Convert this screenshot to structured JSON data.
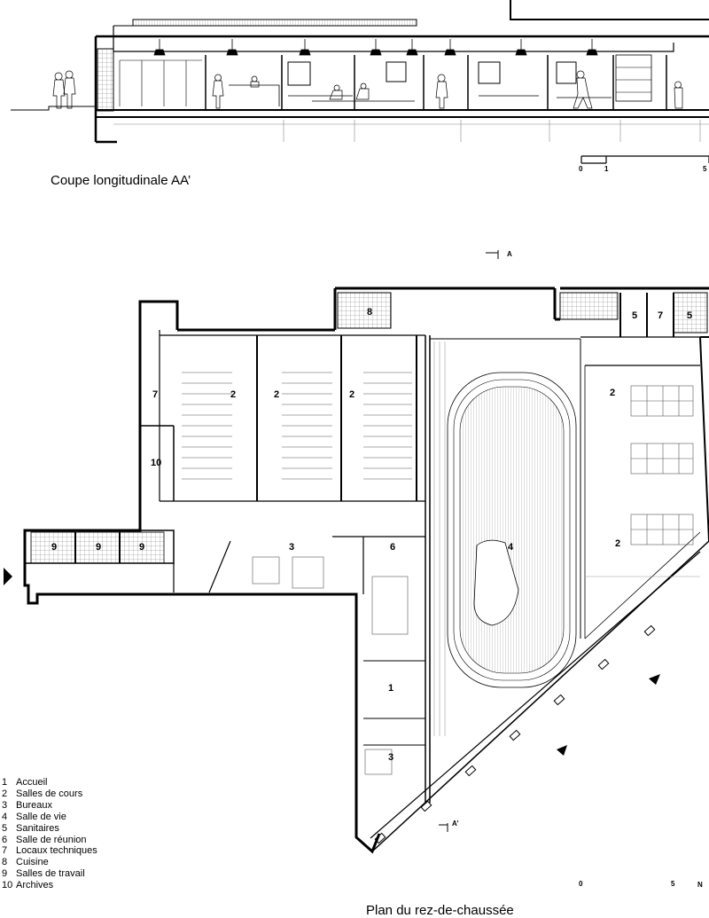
{
  "section": {
    "title": "Coupe longitudinale AA’",
    "scale_labels": [
      "0",
      "1",
      "5"
    ]
  },
  "plan": {
    "title": "Plan du rez-de-chaussée",
    "scale_labels": [
      "0",
      "5"
    ],
    "north_label": "N",
    "cut_labels": [
      "A",
      "A’"
    ],
    "room_numbers": [
      "8",
      "5",
      "7",
      "5",
      "7",
      "2",
      "2",
      "2",
      "10",
      "2",
      "9",
      "9",
      "9",
      "3",
      "6",
      "4",
      "2",
      "1",
      "3"
    ]
  },
  "legend": [
    {
      "num": "1",
      "label": "Accueil"
    },
    {
      "num": "2",
      "label": "Salles de cours"
    },
    {
      "num": "3",
      "label": "Bureaux"
    },
    {
      "num": "4",
      "label": "Salle de vie"
    },
    {
      "num": "5",
      "label": "Sanitaires"
    },
    {
      "num": "6",
      "label": "Salle de réunion"
    },
    {
      "num": "7",
      "label": "Locaux techniques"
    },
    {
      "num": "8",
      "label": "Cuisine"
    },
    {
      "num": "9",
      "label": "Salles de travail"
    },
    {
      "num": "10",
      "label": "Archives"
    }
  ]
}
